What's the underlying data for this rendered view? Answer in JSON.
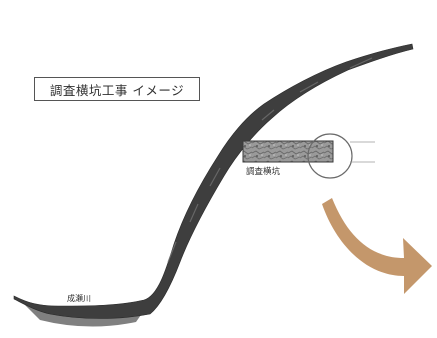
{
  "title": "調査横坑工事 イメージ",
  "tunnel_label": "調査横坑",
  "river_label": "成瀬川",
  "colors": {
    "ground": "#3e3e3e",
    "tunnel": "#8c8c8c",
    "river": "#808080",
    "arrow": "#c4976b",
    "detail_circle": "#6a6a6a"
  }
}
